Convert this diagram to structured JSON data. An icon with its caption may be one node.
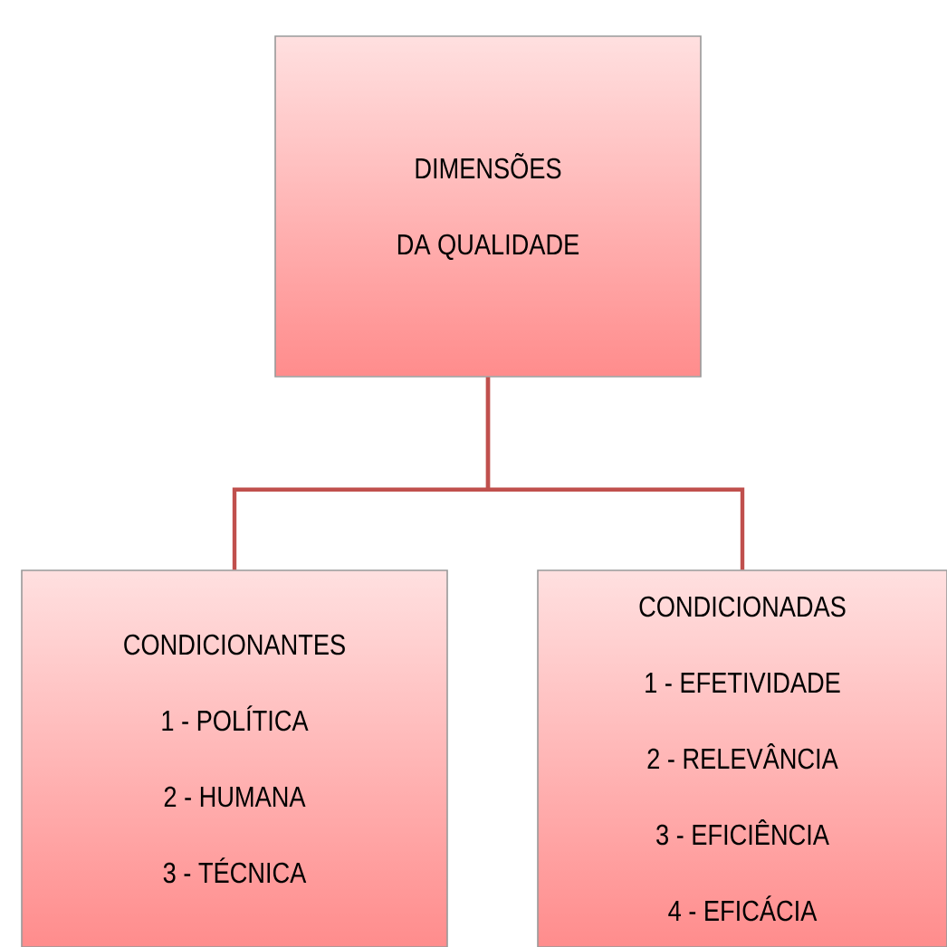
{
  "diagram": {
    "nodes": [
      {
        "text": [
          "DIMENSÕES DA QUALIDADE"
        ]
      },
      {
        "text": [
          "CONDICIONANTES",
          "1 - POLÍTICA",
          "2 - HUMANA",
          "3 - TÉCNICA"
        ]
      },
      {
        "text": [
          "CONDICIONADAS",
          "1 - EFETIVIDADE",
          "2 - RELEVÂNCIA",
          "3 - EFICIÊNCIA",
          "4 - EFICÁCIA"
        ]
      }
    ],
    "edges": [
      {
        "from": 0,
        "to": 1,
        "arrow": "none"
      },
      {
        "from": 0,
        "to": 2,
        "arrow": "none"
      }
    ]
  }
}
